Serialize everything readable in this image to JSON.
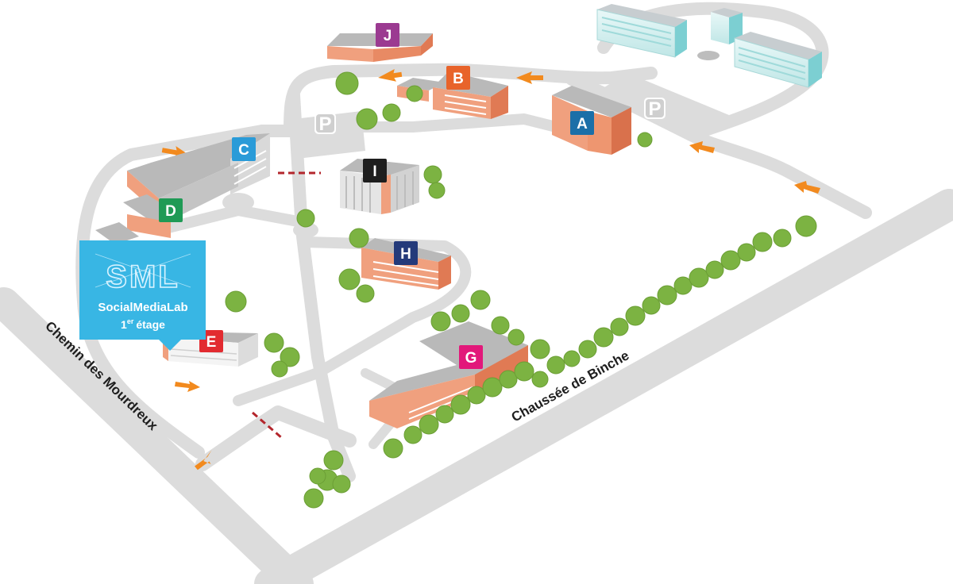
{
  "streets": {
    "left": "Chemin des Mourdreux",
    "right": "Chaussée de Binche"
  },
  "buildings": [
    {
      "id": "A",
      "color": "#1b6fa8"
    },
    {
      "id": "B",
      "color": "#e8632a"
    },
    {
      "id": "C",
      "color": "#2a9bd8"
    },
    {
      "id": "D",
      "color": "#1f9a55"
    },
    {
      "id": "E",
      "color": "#e22b30"
    },
    {
      "id": "G",
      "color": "#e2187a"
    },
    {
      "id": "H",
      "color": "#243a7a"
    },
    {
      "id": "I",
      "color": "#1e1e1e"
    },
    {
      "id": "J",
      "color": "#9b3a91"
    }
  ],
  "parking": {
    "left": "P",
    "right": "P"
  },
  "callout": {
    "logo": "SML",
    "name": "SocialMediaLab",
    "floor_num": "1",
    "floor_sup": "er",
    "floor_word": "étage",
    "color": "#38b6e4"
  },
  "colors": {
    "road": "#dcdcdc",
    "arrow": "#f28a1e",
    "tree": "#7cb342",
    "building_wall": "#f0a07e",
    "roof": "#b9b9b9",
    "barrier": "#b3262c"
  }
}
